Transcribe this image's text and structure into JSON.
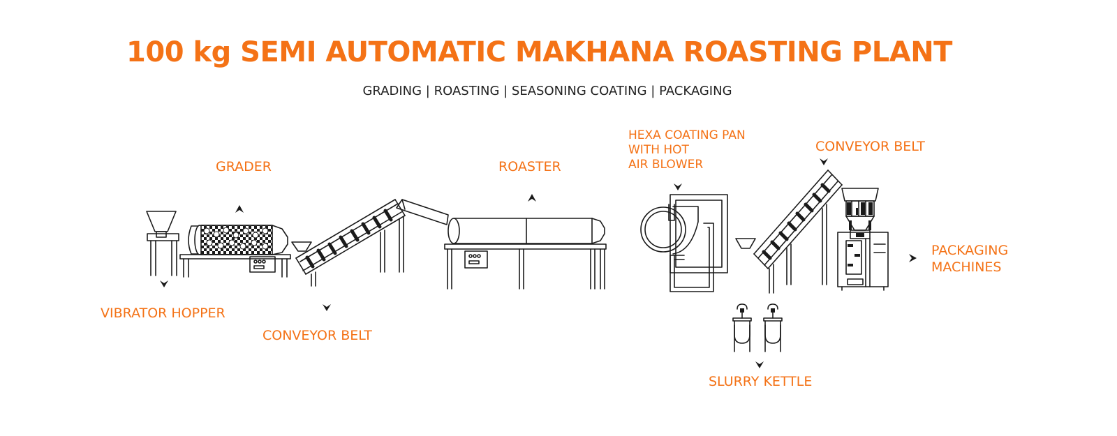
{
  "title": "100 kg SEMI AUTOMATIC MAKHANA ROASTING PLANT",
  "subtitle": "GRADING | ROASTING | SEASONING COATING | PACKAGING",
  "labels": {
    "grader": "GRADER",
    "vibrator_hopper": "VIBRATOR HOPPER",
    "conveyor_belt_1": "CONVEYOR BELT",
    "roaster": "ROASTER",
    "hexa_coating_pan": [
      "HEXA COATING PAN",
      "WITH HOT",
      "AIR BLOWER"
    ],
    "conveyor_belt_2": "CONVEYOR BELT",
    "packaging_machines": [
      "PACKAGING",
      "MACHINES"
    ],
    "slurry_kettle": "SLURRY KETTLE"
  },
  "colors": {
    "accent": "#f47216",
    "line": "#1a1a1a",
    "subtitle": "#222222"
  }
}
